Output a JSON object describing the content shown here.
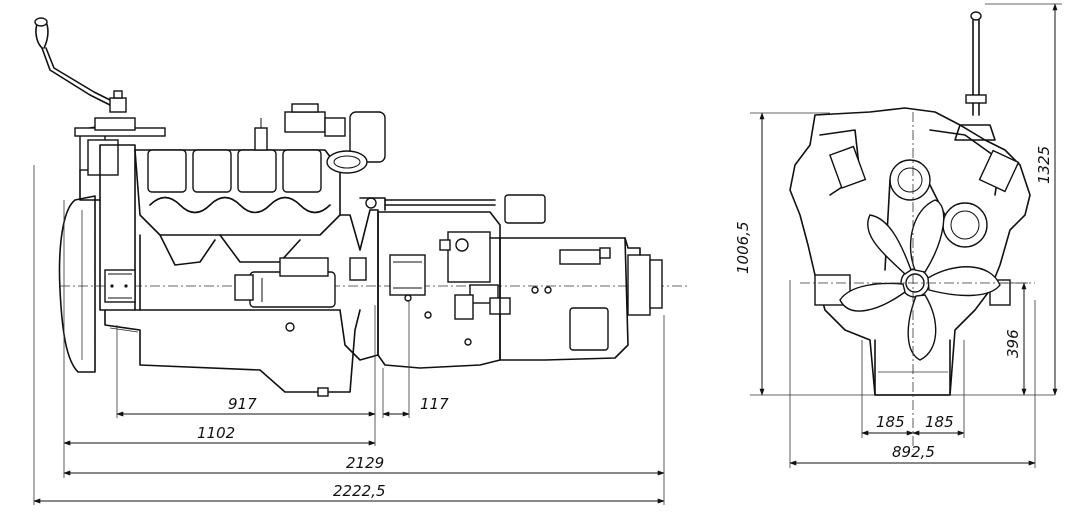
{
  "dimensions": {
    "d917": "917",
    "d117": "117",
    "d1102": "1102",
    "d2129": "2129",
    "d2222": "2222,5",
    "d1006": "1006,5",
    "d1325": "1325",
    "d396": "396",
    "d185_left": "185",
    "d185_right": "185",
    "d892": "892,5"
  }
}
